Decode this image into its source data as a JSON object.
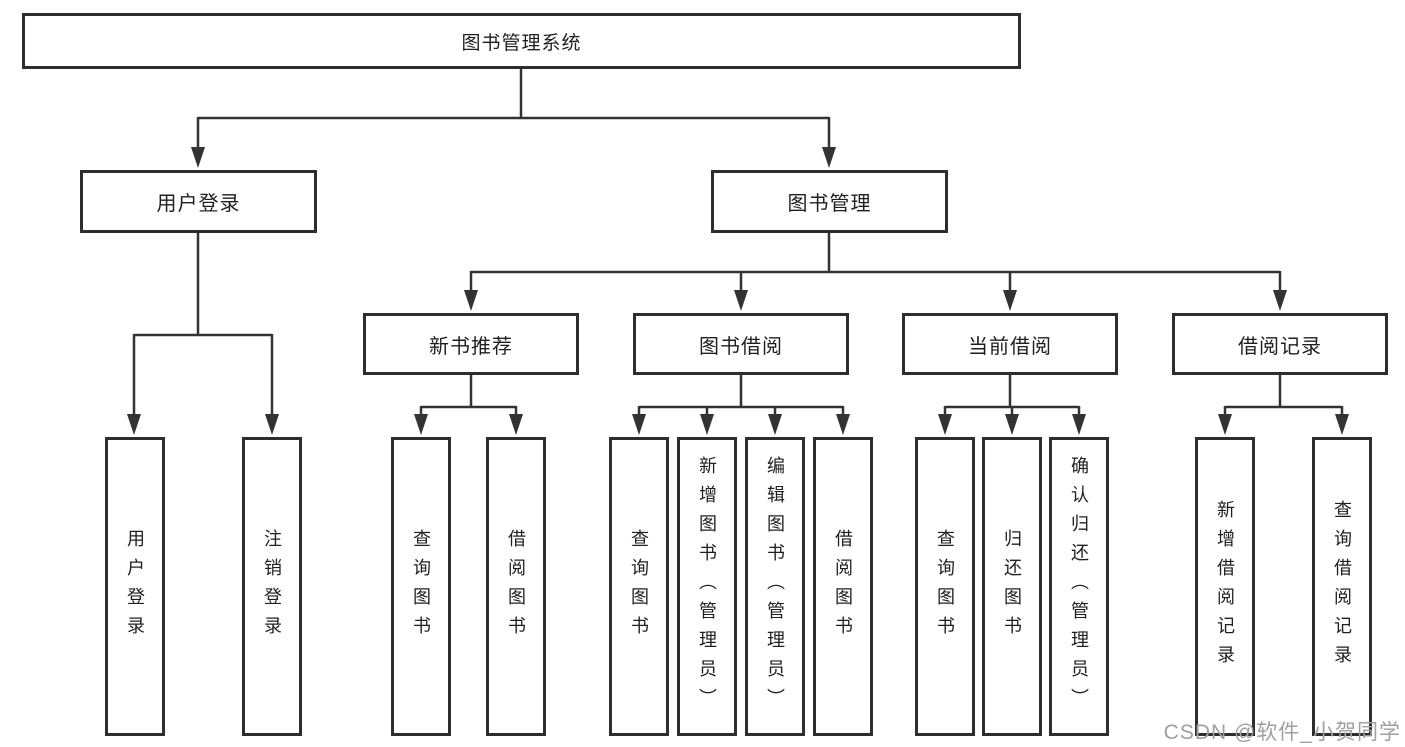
{
  "diagram_type": "hierarchy-tree",
  "colors": {
    "line": "#333333",
    "box_border": "#2d2d2d",
    "text": "#1f1f1f",
    "watermark": "#9f9f9f",
    "background": "#ffffff"
  },
  "tree": {
    "label": "图书管理系统",
    "children": [
      {
        "label": "用户登录",
        "children": [
          {
            "label": "用户登录"
          },
          {
            "label": "注销登录"
          }
        ]
      },
      {
        "label": "图书管理",
        "children": [
          {
            "label": "新书推荐",
            "children": [
              {
                "label": "查询图书"
              },
              {
                "label": "借阅图书"
              }
            ]
          },
          {
            "label": "图书借阅",
            "children": [
              {
                "label": "查询图书"
              },
              {
                "label": "新增图书（管理员）"
              },
              {
                "label": "编辑图书（管理员）"
              },
              {
                "label": "借阅图书"
              }
            ]
          },
          {
            "label": "当前借阅",
            "children": [
              {
                "label": "查询图书"
              },
              {
                "label": "归还图书"
              },
              {
                "label": "确认归还（管理员）"
              }
            ]
          },
          {
            "label": "借阅记录",
            "children": [
              {
                "label": "新增借阅记录"
              },
              {
                "label": "查询借阅记录"
              }
            ]
          }
        ]
      }
    ]
  },
  "watermark": {
    "text": "CSDN @软件_小贺同学"
  }
}
